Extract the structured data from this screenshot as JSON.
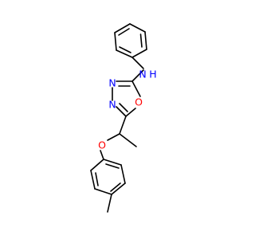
{
  "molecule": {
    "atoms": {
      "amine_n": {
        "label": "N",
        "color": "#0000ff"
      },
      "amine_h": {
        "label": "H",
        "color": "#0000ff"
      },
      "ring_n_upper": {
        "label": "N",
        "color": "#0000ff"
      },
      "ring_n_lower": {
        "label": "N",
        "color": "#0000ff"
      },
      "ring_o": {
        "label": "O",
        "color": "#ff0000"
      },
      "ether_o": {
        "label": "O",
        "color": "#ff0000"
      }
    },
    "bond_color": "#000000"
  }
}
